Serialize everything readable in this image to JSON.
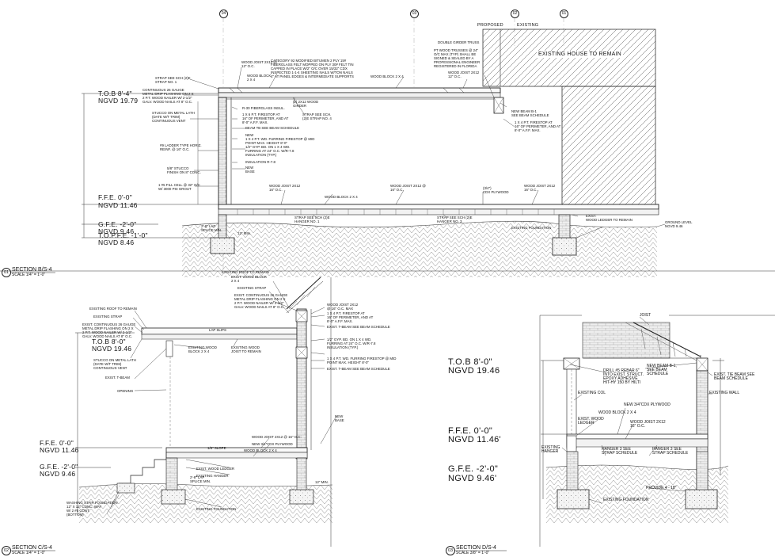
{
  "grid_bubbles": [
    "04",
    "03",
    "02",
    "01"
  ],
  "proposed_label": "PROPOSED",
  "existing_label": "EXISTING",
  "existing_house": "EXISTING HOUSE TO REMAIN",
  "sec1": {
    "number": "01",
    "title": "SECTION B/S-4",
    "scale": "SCALE 1/4\" = 1'-0\"",
    "tob": "T.O.B 8'-4\"",
    "tob_ngvd": "NGVD 19.79",
    "ffe": "F.F.E. 0'-0\"",
    "ffe_ngvd": "NGVD 11.46",
    "gfe": "G.F.E. -2'-0\"",
    "gfe_ngvd": "NGVD 9.46",
    "topfe": "T.O.P.F.E. -1'-0\"",
    "topfe_ngvd": "NGVD 8.46",
    "notes": [
      "DOUBLE GIRDER TRUSS",
      "PT WOOD TRUSSES @ 24\"\nO/C MAX (TYP) SHALL BE\nSIGNED & SEALED BY A\nPROFESSIONAL ENGINEER\nREGISTERED IN FLORIDA",
      "WOOD JOIST 2X12 @\n12\" O.C.",
      "CATEGORY 92 MODIFIED BITUMEN 2 PLY 15#\nFIBERGLASS FELT MOPPED ON PLY 30# FELT TIN\nCAPPED IN PLACE W/2\" O/C OVER 15/32\" CDX\nINSPECTED 1-1-4 SHEETING NAILS W/TON NAILS\n4\" AT PANEL EDGES & INTERMEDIATE SUPPORTS",
      "WOOD BLOCK\n2 X 4",
      "WOOD BLOCK 2 X 4",
      "WOOD JOIST 2X12\n12\" O.C.",
      "STRAP SEE SCH (2)E\nSTRAP NO. 1",
      "CONTINUOUS 26 GAUGE\nMETAL DRIP FLASHING ON 2 X\n2 P.T. WOOD NAILER W/ 2-1/2\"\nGALV. WOOD NAILS AT 8\" O.C.",
      "R-30 FIBERGLASS INSUL.",
      "1 X 6 P.T. FIRESTOP AT\n16\" OF PERIMETER, AND AT\n8'-0\" A.F.F. MAX.",
      "(2) 2X12 WOOD\nGIRDER",
      "STRAP SEE SCH.\n(2)E STRAP NO. 4",
      "NEW BEAM B-1\nSEE BEAM SCHEDULE",
      "1 X 4 P.T. FIRESTOP AT\n16\" OF PERIMETER, AND AT\n8'-0\" A.F.F. MAX.",
      "BEAM TB SEE BEAM SCHEDULE",
      "STUCCO ON METAL LATH\n(DATE W/T TRIM)\nCONTINUOUS VENT",
      "NEW\n1 X 4 P.T. WD. FURRING FIRESTOP @ MID\nPOINT MAX. HEIGHT 8'-0\"",
      "#9 LADDER TYPE HORIZ.\nREINF. @ 16\" O.C.",
      "1/2\" GYP. BD. ON 1 X 4 WD.\nFURRING AT 24\" O.C. W/R-7.8\nINSULATION (TYP.)",
      "5/8\" STUCCO\nFINISH ON 8\" CONC.",
      "INSULATION R-7.8",
      "NEW\nBASE",
      "1 #5 FILL CELL @ 32\" O/C\nW/ 3000 PSI GROUT",
      "WOOD JOIST 2X12\n16\" O.C.",
      "WOOD BLOCK 2 X 4",
      "WOOD JOIST 2X12 @\n16\" O.C.",
      "(3/4\")\nCDX PLYWOOD",
      "WOOD JOIST 2X12\n16\" O.C.",
      "STRAP SEE SCH (2)E\nHANGER NO. 1",
      "STRAP SEE SCH (2)E\nHANGER NO. 3",
      "EXIST.\nWOOD LEDGER TO REMAIN",
      "GROUND LEVEL\nNGVD 9.46",
      "EXISTING FOUNDATION",
      "2'-8\" LAP\nSPLICE MIN.",
      "12\" MIN."
    ]
  },
  "sec2": {
    "number": "02",
    "title": "SECTION C/S-4",
    "scale": "SCALE 1/4\" = 1'-0\"",
    "tob": "T.O.B 8'-0\"",
    "tob_ngvd": "NGVD 19.46",
    "ffe": "F.F.E. 0'-0\"",
    "ffe_ngvd": "NGVD 11.46",
    "gfe": "G.F.E. -2'-0\"",
    "gfe_ngvd": "NGVD 9.46",
    "notes": [
      "EXISTING ROOF TO REMAIN",
      "EXIST. WOOD BLOCK\n2 X 4",
      "EXISTING STRAP",
      "EXIST. CONTINUOUS 26 GAUGE\nMETAL DRIP FLASHING ON 2 X\n2 P.T. WOOD NAILER W/ 2-1/2\"\nGALV. WOOD NAILS AT 8\" O.C.",
      "EXISTING ROOF TO REMAIN",
      "EXISTING STRAP",
      "EXIST. CONTINUOUS 26 GAUGE\nMETAL DRIP FLASHING ON 2 X\n2 P.T. WOOD NAILER W/ 2-1/2\"\nGALV. WOOD NAILS AT 8\" O.C.",
      "STUCCO ON METAL LATH\n(DATE W/T TRIM)\nCONTINUOUS VENT",
      "EXIST. T-BEAM",
      "OPENING",
      "EXISTING WOOD\nBLOCK 2 X 4",
      "EXISTING WOOD\nJOIST TO REMAIN",
      "WOOD JOIST 2X12\n@ 16\" O.C. MAX",
      "1 X 4 P.T. FIRESTOP AT\n16\" OF PERIMETER, AND AT\n8'-0\" A.F.F. MAX.",
      "EXIST. T-BEAM SEE BEAM SCHEDULE",
      "1/2\" GYP. BD. ON 1 X 4 WD.\nFURRING AT 24\" O.C. W/R-7.8\nINSULATION (TYP.)",
      "1 X 4 P.T. WD. FURRING FIRESTOP @ MID\nPOINT MAX. HEIGHT 8'-0\"",
      "EXIST. T-BEAM SEE BEAM SCHEDULE",
      "NEW\nBASE",
      "WOOD JOIST 2X12 @ 16\" O.C.",
      "NEW 3/4\"CDX PLYWOOD",
      "WOOD BLOCK 2 X 4",
      "EXIST. WOOD LEDGER",
      "EXISTING HANGER",
      "EXISTING FOUNDATION",
      "2'-8\" LAP\nSPLICE MIN.",
      "12\" MIN.",
      "WASHING STAIR FOUNDATION\n12\" X 12\" CONC. WAY\nW/ 2 #5 CONT.\n(BOTTOM)",
      "LAP SLIPS",
      "1/8\" SLOPE"
    ]
  },
  "sec3": {
    "number": "03",
    "title": "SECTION D/S-4",
    "scale": "SCALE 3/8\" = 1'-0\"",
    "tob": "T.O.B 8'-0\"",
    "tob_ngvd": "NGVD 19.46",
    "ffe": "F.F.E. 0'-0\"",
    "ffe_ngvd": "NGVD 11.46'",
    "gfe": "G.F.E. -2'-0\"",
    "gfe_ngvd": "NGVD 9.46'",
    "notes": [
      "JOIST",
      "NEW BEAM B-1,\nSEE BEAM\nSCHEDULE",
      "DRILL #5 REBAR 6\"\nINTO EXIST. STRUCT.\nEPOXY ADHESIVE\nHIT-HY 150 BY HILTI",
      "EXIST. TIE BEAM SEE\nBEAM SCHEDULE",
      "EXISTING WALL",
      "EXISTING COL",
      "NEW 3/4\"CDX PLYWOOD",
      "EXIST. WOOD\nLEDGER",
      "WOOD BLOCK 2 X 4",
      "WOOD JOIST 2X12\n16\" O.C.",
      "EXISTING\nHANGER",
      "HANGER 3 SEE\nSTRAP SCHEDULE",
      "HANGER 3 SEE\nSTRAP SCHEDULE",
      "PROVIDE 4 - 18\"",
      "EXISTING FOUNDATION"
    ]
  }
}
